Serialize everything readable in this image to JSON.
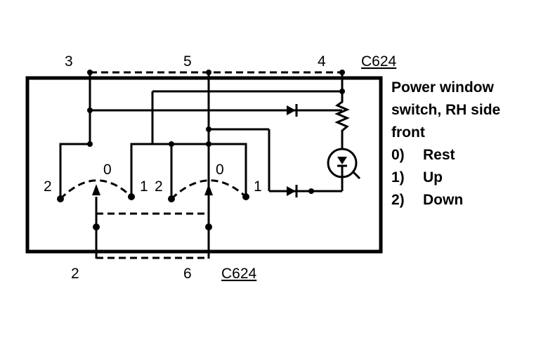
{
  "diagram": {
    "top_connector": "C624",
    "bottom_connector": "C624",
    "top_pins": [
      "3",
      "5",
      "4"
    ],
    "bottom_pins": [
      "2",
      "6"
    ],
    "left_switch": {
      "pos_left": "2",
      "pos_center": "0",
      "pos_right": "1"
    },
    "right_switch": {
      "pos_left": "2",
      "pos_center": "0",
      "pos_right": "1"
    },
    "description": [
      "Power window",
      "switch, RH side",
      "front"
    ],
    "legend": [
      {
        "code": "0)",
        "label": "Rest"
      },
      {
        "code": "1)",
        "label": "Up"
      },
      {
        "code": "2)",
        "label": "Down"
      }
    ]
  }
}
